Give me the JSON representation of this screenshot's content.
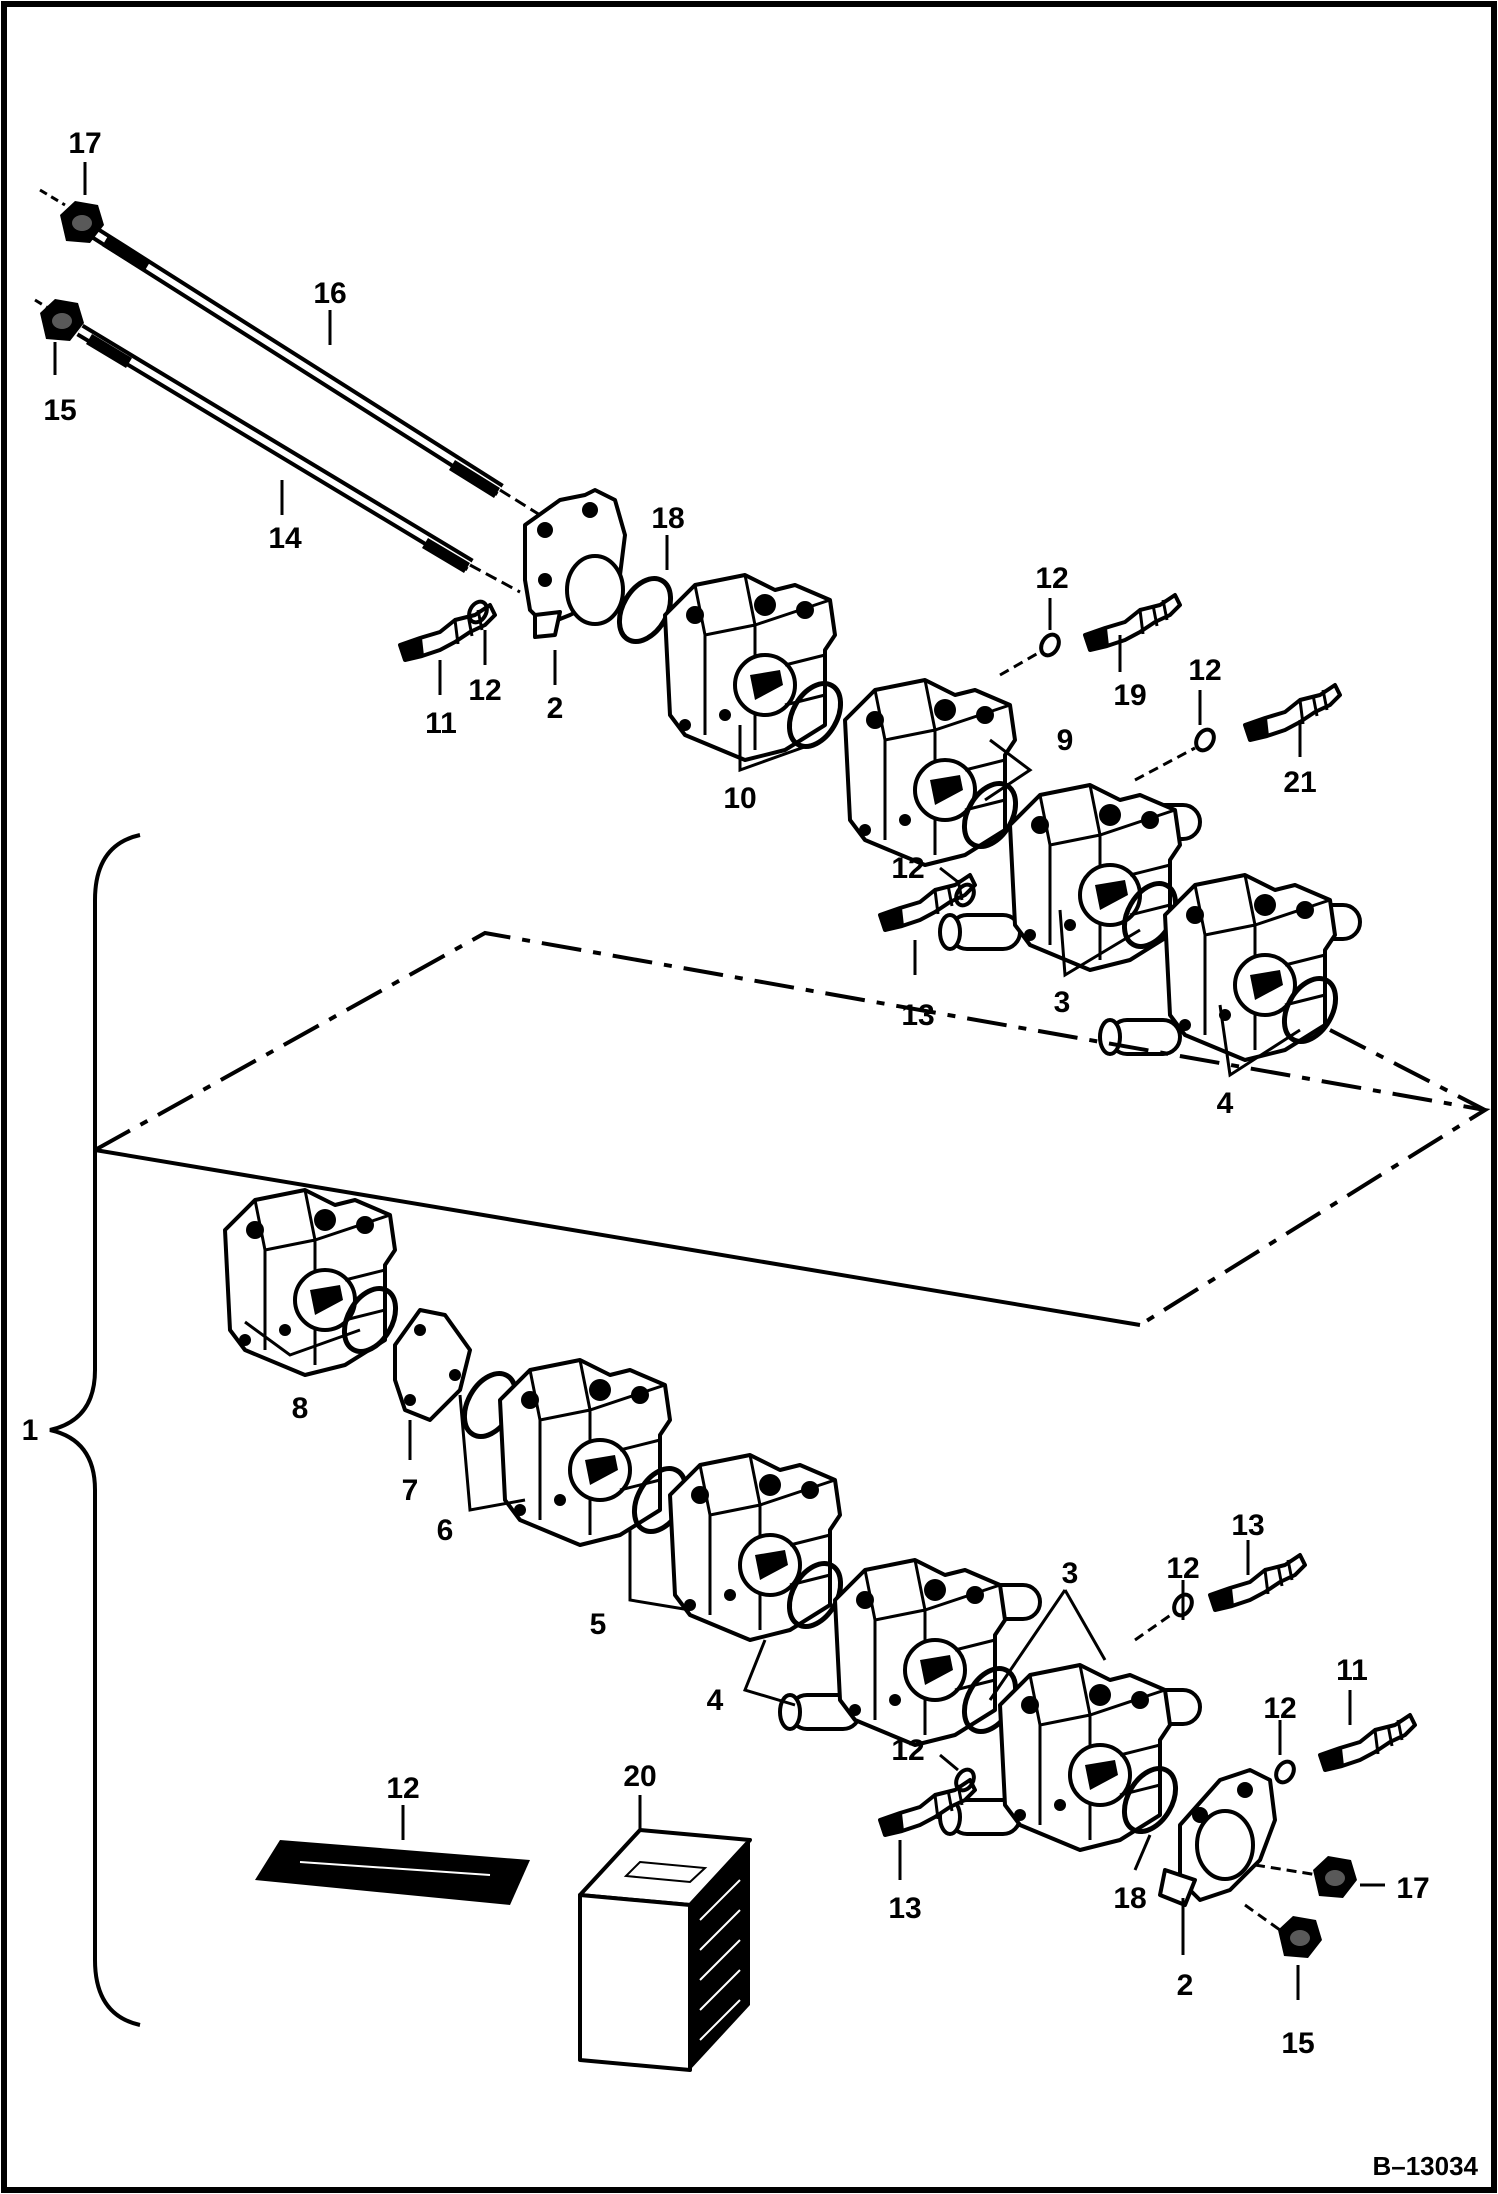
{
  "diagram": {
    "drawing_number": "B–13034",
    "callouts": {
      "c1": "1",
      "c2a": "2",
      "c2b": "2",
      "c3a": "3",
      "c3b": "3",
      "c4a": "4",
      "c4b": "4",
      "c5": "5",
      "c6": "6",
      "c7": "7",
      "c8": "8",
      "c9": "9",
      "c10": "10",
      "c11a": "11",
      "c11b": "11",
      "c12a": "12",
      "c12b": "12",
      "c12c": "12",
      "c12d": "12",
      "c12e": "12",
      "c12f": "12",
      "c12g": "12",
      "c12h": "12",
      "c13a": "13",
      "c13b": "13",
      "c13c": "13",
      "c14": "14",
      "c15a": "15",
      "c15b": "15",
      "c16": "16",
      "c17a": "17",
      "c17b": "17",
      "c18a": "18",
      "c18b": "18",
      "c19": "19",
      "c20": "20",
      "c21": "21"
    }
  }
}
